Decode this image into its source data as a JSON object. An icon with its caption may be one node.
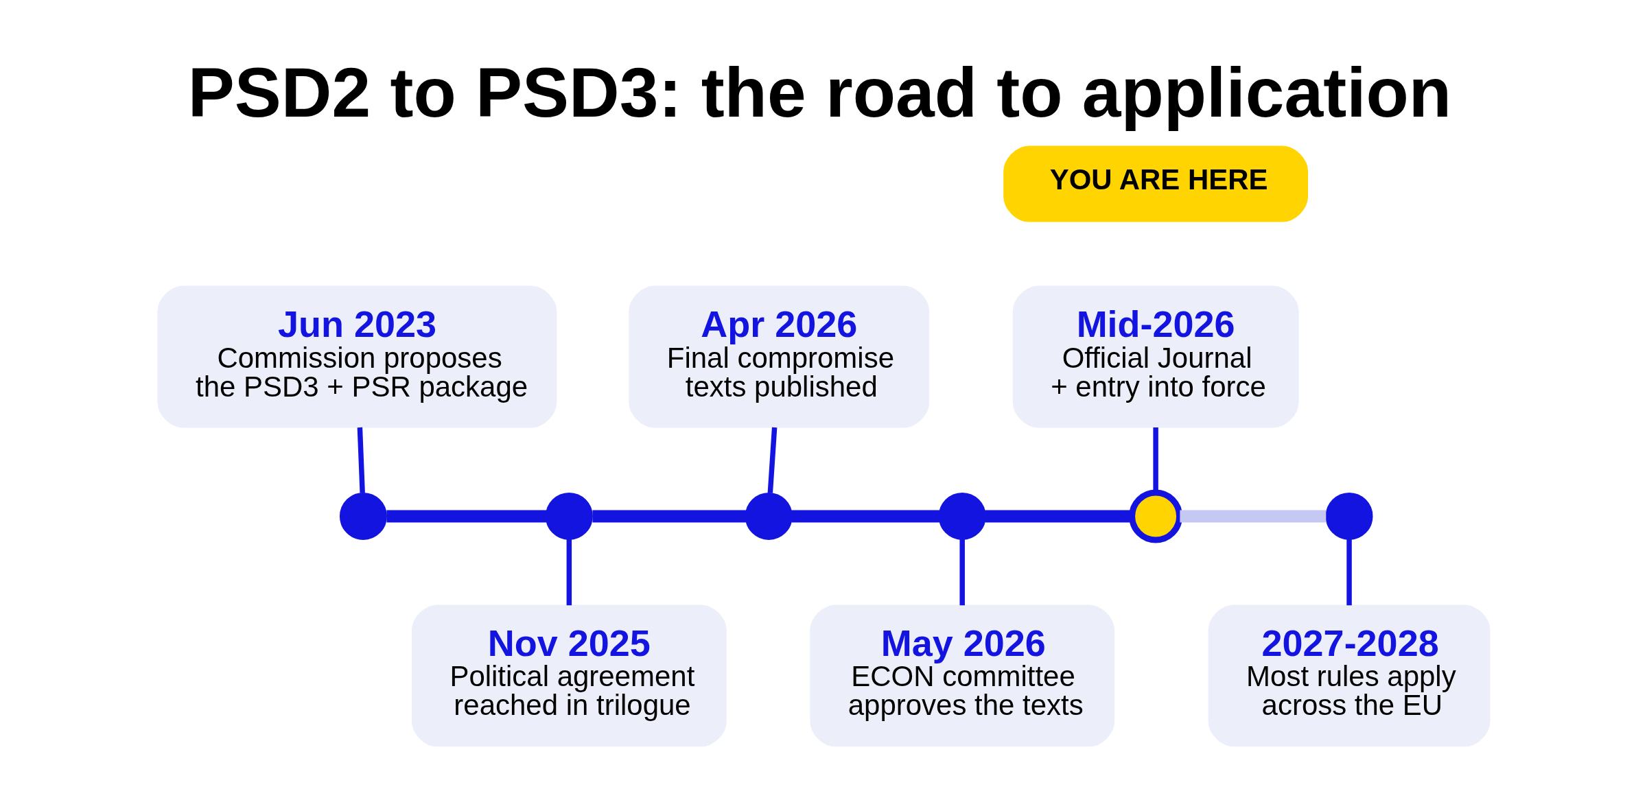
{
  "diagram": {
    "title": "PSD2 to PSD3: the road to application",
    "nodes": [
      {
        "text": [
          "YOU ARE HERE"
        ]
      },
      {
        "text": [
          "Jun 2023",
          "Commission proposes the PSD3 + PSR package"
        ]
      },
      {
        "text": [
          "Nov 2025",
          "Political agreement reached in trilogue"
        ]
      },
      {
        "text": [
          "Apr 2026",
          "Final compromise texts published"
        ]
      },
      {
        "text": [
          "May 2026",
          "ECON committee approves the texts"
        ]
      },
      {
        "text": [
          "Mid-2026",
          "Official Journal + entry into force"
        ]
      },
      {
        "text": [
          "2027-2028",
          "Most rules apply across the EU"
        ]
      },
      {
        "text": [],
        "shape": "circle"
      },
      {
        "text": [],
        "shape": "circle"
      },
      {
        "text": [],
        "shape": "circle"
      },
      {
        "text": [],
        "shape": "circle"
      },
      {
        "text": [],
        "shape": "circle"
      },
      {
        "text": [],
        "shape": "circle"
      }
    ],
    "edges": [
      {
        "from": 7,
        "to": 8,
        "arrow": "none",
        "style": "thick"
      },
      {
        "from": 8,
        "to": 9,
        "arrow": "none",
        "style": "thick"
      },
      {
        "from": 9,
        "to": 10,
        "arrow": "none",
        "style": "thick"
      },
      {
        "from": 10,
        "to": 11,
        "arrow": "none",
        "style": "thick"
      },
      {
        "from": 11,
        "to": 12,
        "arrow": "none",
        "style": "thick",
        "color": "#c5c8f2"
      },
      {
        "from": 1,
        "to": 7,
        "arrow": "none"
      },
      {
        "from": 8,
        "to": 2,
        "arrow": "none"
      },
      {
        "from": 3,
        "to": 9,
        "arrow": "none"
      },
      {
        "from": 10,
        "to": 4,
        "arrow": "none"
      },
      {
        "from": 5,
        "to": 11,
        "arrow": "none"
      },
      {
        "from": 12,
        "to": 6,
        "arrow": "none"
      }
    ]
  }
}
